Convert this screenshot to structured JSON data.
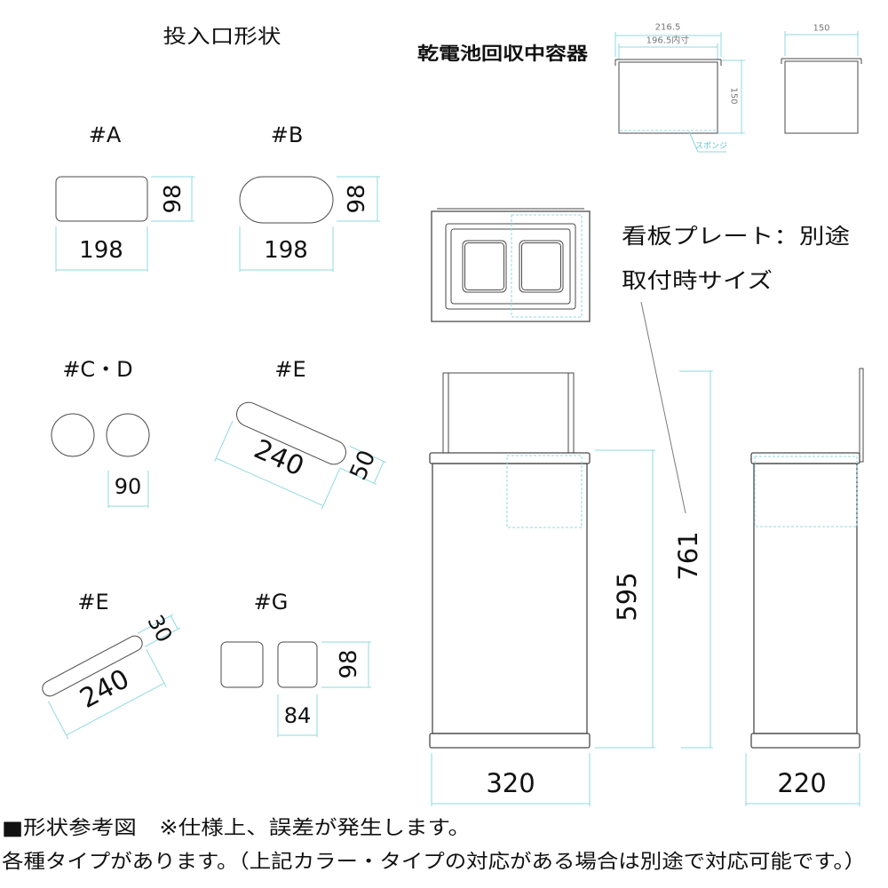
{
  "title": "投入口形状",
  "battery_container": {
    "title": "乾電池回収中容器",
    "front_view": {
      "outer_width": "216.5",
      "inner_width": "196.5内寸",
      "height": "150",
      "sponge_label": "スポンジ"
    },
    "side_view": {
      "depth": "150"
    }
  },
  "openings": {
    "a": {
      "label": "#A",
      "height": "98",
      "width": "198"
    },
    "b": {
      "label": "#B",
      "height": "98",
      "width": "198"
    },
    "cd": {
      "label": "#C・D",
      "diameter": "90"
    },
    "e1": {
      "label": "#E",
      "length": "240",
      "width": "50"
    },
    "e2": {
      "label": "#E",
      "length": "240",
      "width": "30"
    },
    "g": {
      "label": "#G",
      "height": "98",
      "width": "84"
    }
  },
  "signboard_note": {
    "line1": "看板プレート：別途",
    "line2": "取付時サイズ"
  },
  "trash_can": {
    "body_height": "595",
    "total_height": "761",
    "width": "320",
    "depth": "220"
  },
  "footer": {
    "line1": "■形状参考図　※仕様上、誤差が発生します。",
    "line2": "各種タイプがあります。（上記カラー・タイプの対応がある場合は別途で対応可能です。）"
  },
  "colors": {
    "outline": "#4a4a4a",
    "dimension": "#8fd9e1",
    "text": "#111111"
  }
}
